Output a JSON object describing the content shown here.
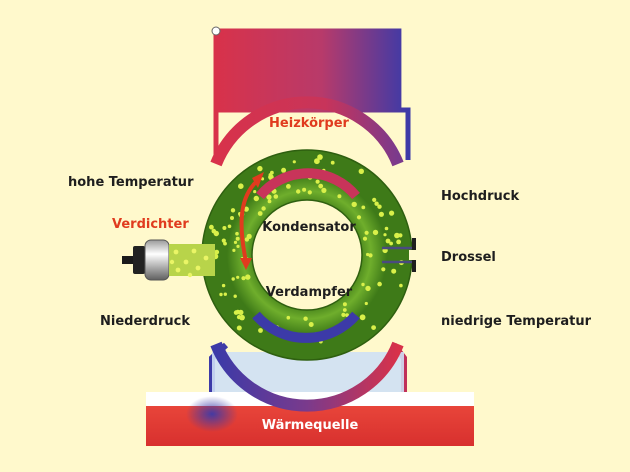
{
  "labels": {
    "radiator": "Heizkörper",
    "high_temperature": "hohe Temperatur",
    "compressor": "Verdichter",
    "low_pressure": "Niederdruck",
    "condenser": "Kondensator",
    "evaporator": "Verdampfer",
    "high_pressure": "Hochdruck",
    "throttle": "Drossel",
    "low_temperature": "niedrige Temperatur",
    "heat_source": "Wärmequelle"
  },
  "colors": {
    "background": "#fff9cc",
    "hot": "#d8324a",
    "cold": "#3c3aa8",
    "refrigerant_ring": "#5a9a28",
    "heat_source": "#e8453a",
    "label_highlight": "#e03b1e"
  }
}
